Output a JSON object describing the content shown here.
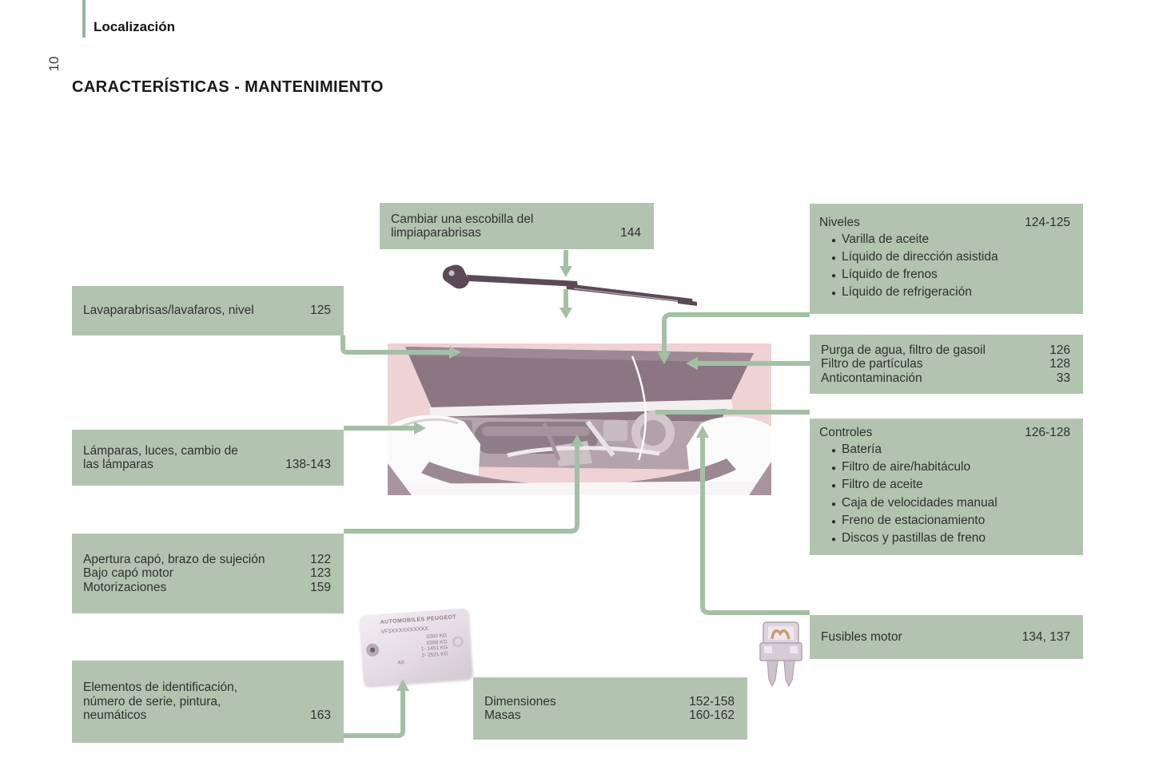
{
  "page": {
    "section_label": "Localización",
    "page_number": "10",
    "title": "CARACTERÍSTICAS - MANTENIMIENTO"
  },
  "ui": {
    "bullet": "●"
  },
  "colors": {
    "box_green": "#b2c4b0",
    "connector_green": "#a4c0a4",
    "photo_pink": "#eed2d4",
    "wiper_dark": "#5b4a55"
  },
  "boxes": {
    "cambiar": {
      "line1": "Cambiar una escobilla del",
      "line2": "limpiaparabrisas",
      "page": "144"
    },
    "lavaparabrisas": {
      "label": "Lavaparabrisas/lavafaros, nivel",
      "page": "125"
    },
    "lamparas": {
      "line1": "Lámparas, luces, cambio de",
      "line2": "las lámparas",
      "page": "138-143"
    },
    "apertura": {
      "rows": [
        {
          "label": "Apertura capó, brazo de sujeción",
          "page": "122"
        },
        {
          "label": "Bajo capó motor",
          "page": "123"
        },
        {
          "label": "Motorizaciones",
          "page": "159"
        }
      ]
    },
    "elementos": {
      "line1": "Elementos de identificación,",
      "line2": "número de serie, pintura,",
      "line3": "neumáticos",
      "page": "163"
    },
    "niveles": {
      "title": "Niveles",
      "pages": "124-125",
      "bullets": [
        "Varilla de aceite",
        "Líquido de dirección asistida",
        "Líquido de frenos",
        "Líquido de refrigeración"
      ]
    },
    "purga": {
      "rows": [
        {
          "label": "Purga de agua, filtro de gasoil",
          "page": "126"
        },
        {
          "label": "Filtro de partículas",
          "page": "128"
        },
        {
          "label": "Anticontaminación",
          "page": "33"
        }
      ]
    },
    "controles": {
      "title": "Controles",
      "pages": "126-128",
      "bullets": [
        "Batería",
        "Filtro de aire/habitáculo",
        "Filtro de aceite",
        "Caja de velocidades manual",
        "Freno de estacionamiento",
        "Discos y pastillas de freno"
      ]
    },
    "fusibles": {
      "label": "Fusibles motor",
      "page": "134, 137"
    },
    "dimensiones": {
      "rows": [
        {
          "label": "Dimensiones",
          "page": "152-158"
        },
        {
          "label": "Masas",
          "page": "160-162"
        }
      ]
    }
  },
  "plate": {
    "lines": [
      "AUTOMOBILES PEUGEOT",
      "VF3XXXXXXXXXX",
      "0360 KG",
      "0380 KG",
      "1- 1451 KG",
      "2- 2521 KG",
      "AX"
    ]
  }
}
